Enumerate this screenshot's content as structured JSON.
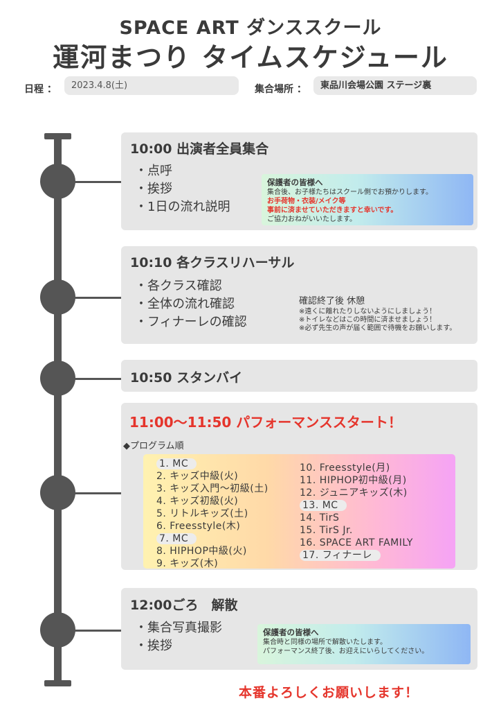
{
  "header": {
    "title_line1": "SPACE ART ダンススクール",
    "title_line2": "運河まつり タイムスケジュール"
  },
  "info": {
    "date_label": "日程 ：",
    "date_value": "2023.4.8(土)",
    "place_label": "集合場所 ：",
    "place_value": "東品川会場公園 ステージ裏"
  },
  "schedule": [
    {
      "title": "10:00 出演者全員集合",
      "bullets": [
        "点呼",
        "挨拶",
        "1日の流れ説明"
      ],
      "note": {
        "heading": "保護者の皆様へ",
        "line1": "集合後、お子様たちはスクール側でお預かりします。",
        "line2": "お手荷物・衣装/メイク等",
        "line3": "事前に済ませていただきますと幸いです。",
        "line4": "ご協力おねがいいたします。"
      }
    },
    {
      "title": "10:10 各クラスリハーサル",
      "bullets": [
        "各クラス確認",
        "全体の流れ確認",
        "フィナーレの確認"
      ],
      "note": {
        "heading": "確認終了後 休憩",
        "line1": "※遠くに離れたりしないようにしましょう！",
        "line2": "※トイレなどはこの時間に済ませましょう！",
        "line3": "※必ず先生の声が届く範囲で待機をお願いします。"
      }
    },
    {
      "title": "10:50 スタンバイ"
    },
    {
      "title": "11:00〜11:50 パフォーマンススタート！",
      "program_heading": "◆プログラム順",
      "program_left": [
        "1. MC",
        "2. キッズ中級(火)",
        "3. キッズ入門〜初級(土)",
        "4. キッズ初級(火)",
        "5. リトルキッズ(土)",
        "6. Freesstyle(木)",
        "7. MC",
        "8. HIPHOP中級(火)",
        "9. キッズ(木)"
      ],
      "program_right": [
        "10. Freesstyle(月)",
        "11. HIPHOP初中級(月)",
        "12. ジュニアキッズ(木)",
        "13. MC",
        "14. TirS",
        "15. TirS Jr.",
        "16. SPACE ART FAMILY",
        "17. フィナーレ"
      ]
    },
    {
      "title": "12:00ごろ　解散",
      "bullets": [
        "集合写真撮影",
        "挨拶"
      ],
      "note": {
        "heading": "保護者の皆様へ",
        "line1": "集合時と同様の場所で解散いたします。",
        "line2": "パフォーマンス終了後、お迎えにいらしてください。"
      }
    }
  ],
  "footer": {
    "message": "本番よろしくお願いします！"
  },
  "colors": {
    "accent_red": "#e5352c",
    "timeline": "#555555",
    "card_bg": "#e6e6e6"
  }
}
